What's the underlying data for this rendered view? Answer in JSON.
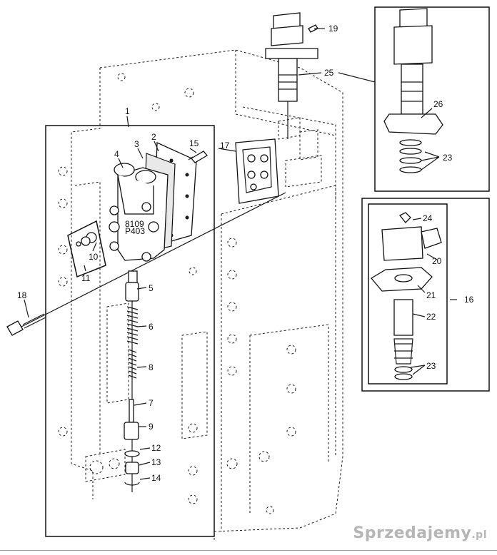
{
  "diagram": {
    "callouts": [
      "1",
      "2",
      "3",
      "4",
      "5",
      "6",
      "7",
      "8",
      "9",
      "10",
      "11",
      "12",
      "13",
      "14",
      "15",
      "16",
      "17",
      "18",
      "19",
      "20",
      "21",
      "22",
      "23",
      "23",
      "24",
      "25",
      "26"
    ]
  },
  "watermark": "Sprzedajemy",
  "watermark_suffix": ".pl"
}
